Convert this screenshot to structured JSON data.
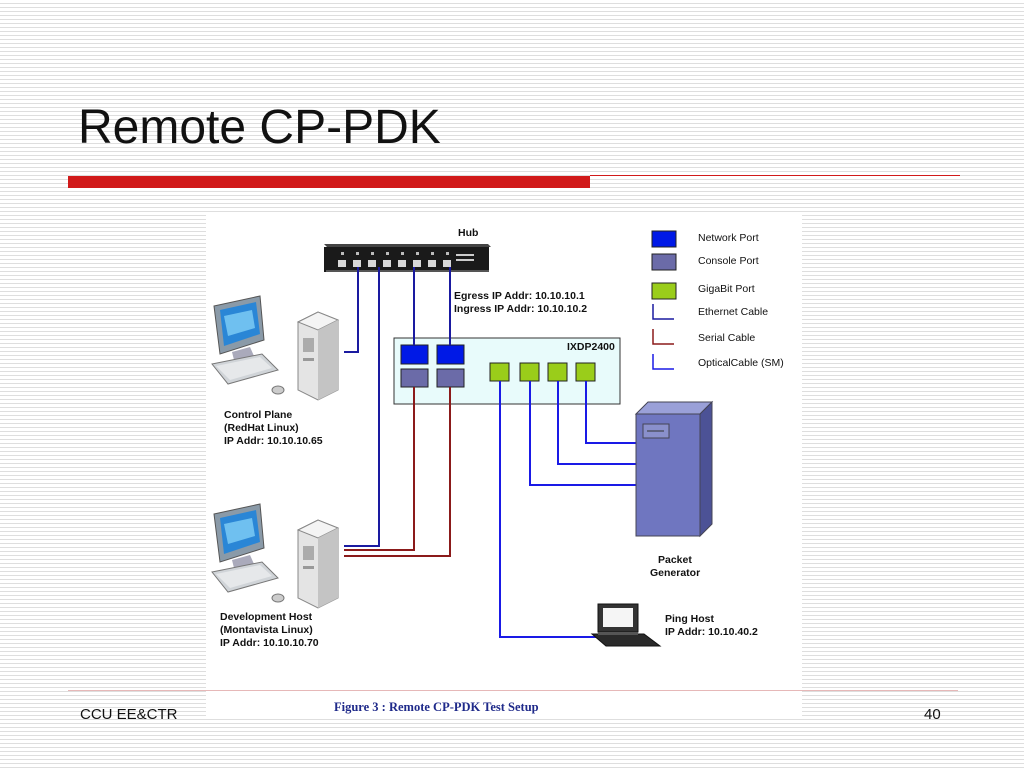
{
  "slide": {
    "title": "Remote CP-PDK",
    "footer_left": "CCU EE&CTR",
    "page_number": "40"
  },
  "figure": {
    "caption": "Figure 3 : Remote CP-PDK Test Setup",
    "hub_label": "Hub",
    "ixdp_label": "IXDP2400",
    "egress_ip": "Egress IP Addr: 10.10.10.1",
    "ingress_ip": "Ingress IP Addr: 10.10.10.2",
    "control_plane": {
      "name": "Control Plane",
      "os": "(RedHat Linux)",
      "ip": "IP Addr: 10.10.10.65"
    },
    "development_host": {
      "name": "Development Host",
      "os": "(Montavista Linux)",
      "ip": "IP Addr: 10.10.10.70"
    },
    "packet_generator": {
      "line1": "Packet",
      "line2": "Generator"
    },
    "ping_host": {
      "name": "Ping Host",
      "ip": "IP Addr: 10.10.40.2"
    },
    "legend": [
      {
        "label": "Network Port",
        "color": "#0019e6",
        "kind": "box"
      },
      {
        "label": "Console Port",
        "color": "#6b6ba8",
        "kind": "box"
      },
      {
        "label": "GigaBit Port",
        "color": "#9acd1a",
        "kind": "box"
      },
      {
        "label": "Ethernet Cable",
        "color": "#1a1aa0",
        "kind": "line"
      },
      {
        "label": "Serial Cable",
        "color": "#8b1a1a",
        "kind": "line"
      },
      {
        "label": "OpticalCable (SM)",
        "color": "#1a1ae6",
        "kind": "line"
      }
    ]
  }
}
